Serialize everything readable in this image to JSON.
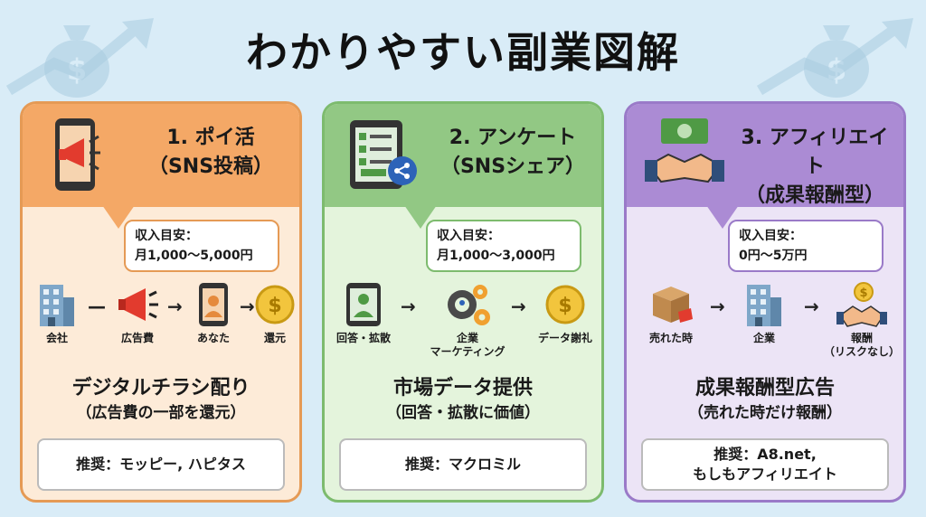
{
  "title": "わかりやすい副業図解",
  "cards": [
    {
      "heading_line1": "1. ポイ活",
      "heading_line2": "（SNS投稿）",
      "income_label": "収入目安：",
      "income_value": "月1,000～5,000円",
      "flow": [
        "会社",
        "広告費",
        "あなた",
        "還元"
      ],
      "main": "デジタルチラシ配り",
      "sub": "（広告費の一部を還元）",
      "recommend": "推奨：モッピー, ハピタス",
      "recommend2": ""
    },
    {
      "heading_line1": "2. アンケート",
      "heading_line2": "（SNSシェア）",
      "income_label": "収入目安：",
      "income_value": "月1,000～3,000円",
      "flow": [
        "回答・拡散",
        "企業",
        "マーケティング",
        "データ謝礼"
      ],
      "main": "市場データ提供",
      "sub": "（回答・拡散に価値）",
      "recommend": "推奨：マクロミル",
      "recommend2": ""
    },
    {
      "heading_line1": "3. アフィリエイト",
      "heading_line2": "（成果報酬型）",
      "income_label": "収入目安：",
      "income_value": "0円～5万円",
      "flow": [
        "売れた時",
        "企業",
        "報酬",
        "（リスクなし）"
      ],
      "main": "成果報酬型広告",
      "sub": "（売れた時だけ報酬）",
      "recommend": "推奨：A8.net,",
      "recommend2": "もしもアフィリエイト"
    }
  ],
  "colors": {
    "background": "#d9ecf7",
    "card1": "#f4a866",
    "card2": "#92c884",
    "card3": "#ab8bd4",
    "coin": "#f2c53d"
  },
  "icons": [
    "money-bag-icon",
    "growth-arrow-icon",
    "smartphone-megaphone-icon",
    "tablet-share-icon",
    "handshake-money-icon",
    "building-icon",
    "megaphone-icon",
    "phone-person-icon",
    "coin-icon",
    "tablet-user-icon",
    "gears-icon",
    "package-icon",
    "handshake-coin-icon"
  ]
}
